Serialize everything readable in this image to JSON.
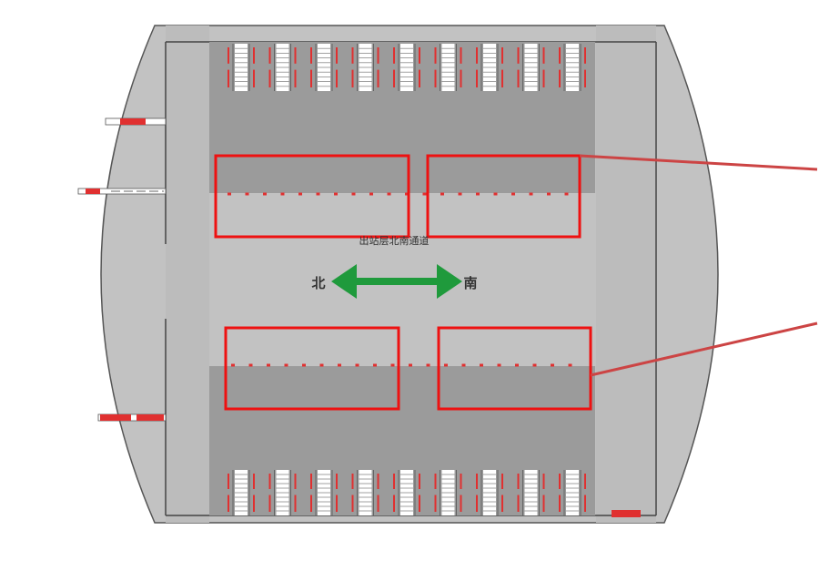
{
  "labels": {
    "channel": "出站层北南通道",
    "north": "北",
    "south": "南"
  },
  "colors": {
    "background": "#ffffff",
    "outer_hall": "#c2c2c2",
    "platform": "#9b9b9b",
    "corridor": "#bebebe",
    "outline": "#555555",
    "highlight": "#ee1111",
    "leader": "#cc4444",
    "arrow": "#1f9a3c",
    "barrier": "#e03030",
    "stair": "#ffffff"
  },
  "counts": {
    "stair_groups_per_side": 9
  }
}
